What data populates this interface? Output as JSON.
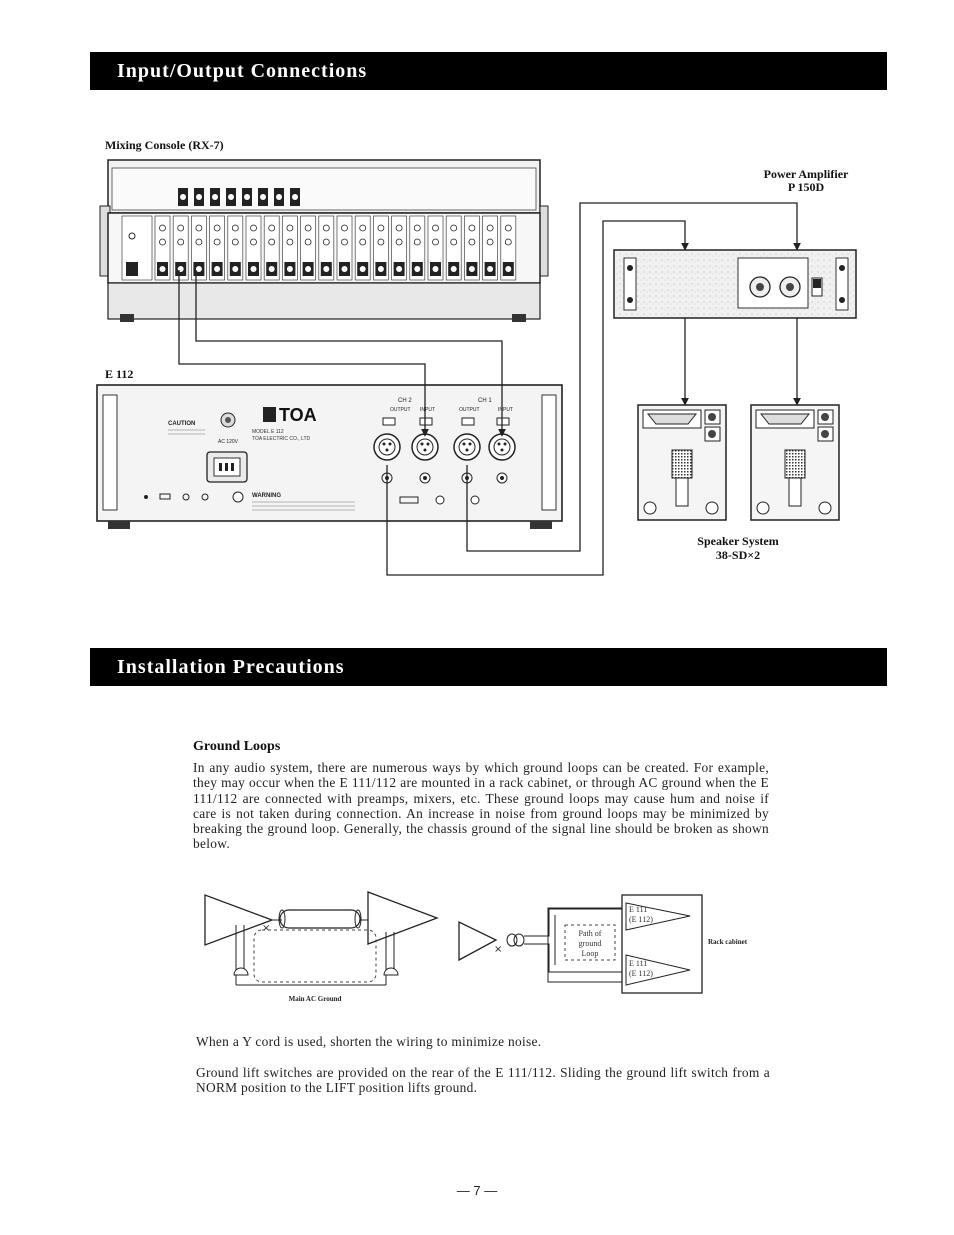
{
  "sections": {
    "io_title": "Input/Output Connections",
    "install_title": "Installation Precautions"
  },
  "diagram": {
    "mixer_label": "Mixing Console (RX-7)",
    "e112_label": "E 112",
    "amp_label_1": "Power Amplifier",
    "amp_label_2": "P 150D",
    "speaker_label_1": "Speaker System",
    "speaker_label_2": "38-SD×2",
    "e112_brand": "TOA",
    "e112_caution": "CAUTION",
    "e112_warning": "WARNING",
    "e112_ac": "AC 120V",
    "e112_model": "MODEL E 112",
    "e112_maker": "TOA ELECTRIC CO., LTD",
    "e112_ch2": "CH 2",
    "e112_ch1": "CH 1",
    "e112_output": "OUTPUT",
    "e112_input": "INPUT"
  },
  "ground_loops": {
    "heading": "Ground Loops",
    "paragraph": "In any audio system, there are numerous ways by which ground loops can be created. For example, they may occur when the E 111/112 are mounted in a rack cabinet, or through AC ground when the E 111/112 are connected with preamps, mixers, etc. These ground loops may cause hum and noise if care is not taken during connection. An increase in noise from ground loops may be minimized by breaking the ground loop. Generally, the chassis ground of the signal line should be broken as shown below.",
    "fig_main_ac_ground": "Main AC Ground",
    "fig_rack_cabinet": "Rack cabinet",
    "fig_unit1_line1": "E 111",
    "fig_unit1_line2": "(E 112)",
    "fig_unit2_line1": "E 111",
    "fig_unit2_line2": "(E 112)",
    "fig_path_line1": "Path of",
    "fig_path_line2": "ground",
    "fig_path_line3": "Loop",
    "y_cord_note": "When a Y cord is used, shorten the wiring to minimize noise.",
    "ground_lift_note": "Ground lift switches are provided on the rear of the E 111/112. Sliding the ground lift switch from a NORM position to the LIFT position lifts ground."
  },
  "page_number": "— 7 —"
}
